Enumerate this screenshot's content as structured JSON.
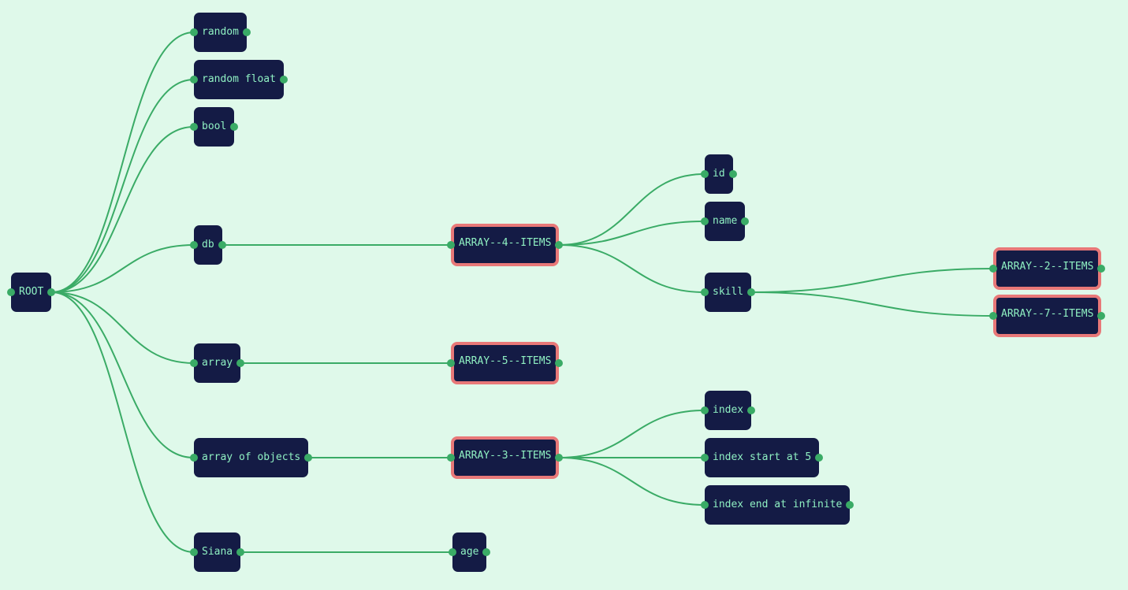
{
  "nodes": {
    "root": "ROOT",
    "random": "random",
    "random_float": "random float",
    "bool": "bool",
    "db": "db",
    "array": "array",
    "array_of_objects": "array of objects",
    "siana": "Siana",
    "db_items": "ARRAY--4--ITEMS",
    "array_items": "ARRAY--5--ITEMS",
    "objects_items": "ARRAY--3--ITEMS",
    "age": "age",
    "id": "id",
    "name": "name",
    "skill": "skill",
    "skill_items_2": "ARRAY--2--ITEMS",
    "skill_items_7": "ARRAY--7--ITEMS",
    "index": "index",
    "index_start": "index start at 5",
    "index_end": "index end at infinite"
  },
  "edges": [
    [
      "root",
      "random"
    ],
    [
      "root",
      "random_float"
    ],
    [
      "root",
      "bool"
    ],
    [
      "root",
      "db"
    ],
    [
      "root",
      "array"
    ],
    [
      "root",
      "array_of_objects"
    ],
    [
      "root",
      "siana"
    ],
    [
      "db",
      "db_items"
    ],
    [
      "array",
      "array_items"
    ],
    [
      "array_of_objects",
      "objects_items"
    ],
    [
      "siana",
      "age"
    ],
    [
      "db_items",
      "id"
    ],
    [
      "db_items",
      "name"
    ],
    [
      "db_items",
      "skill"
    ],
    [
      "skill",
      "skill_items_2"
    ],
    [
      "skill",
      "skill_items_7"
    ],
    [
      "objects_items",
      "index"
    ],
    [
      "objects_items",
      "index_start"
    ],
    [
      "objects_items",
      "index_end"
    ]
  ],
  "colors": {
    "background": "#dff9ea",
    "node_fill": "#141b45",
    "node_text": "#8ff0c2",
    "array_border": "#e87878",
    "edge": "#3aab66"
  }
}
